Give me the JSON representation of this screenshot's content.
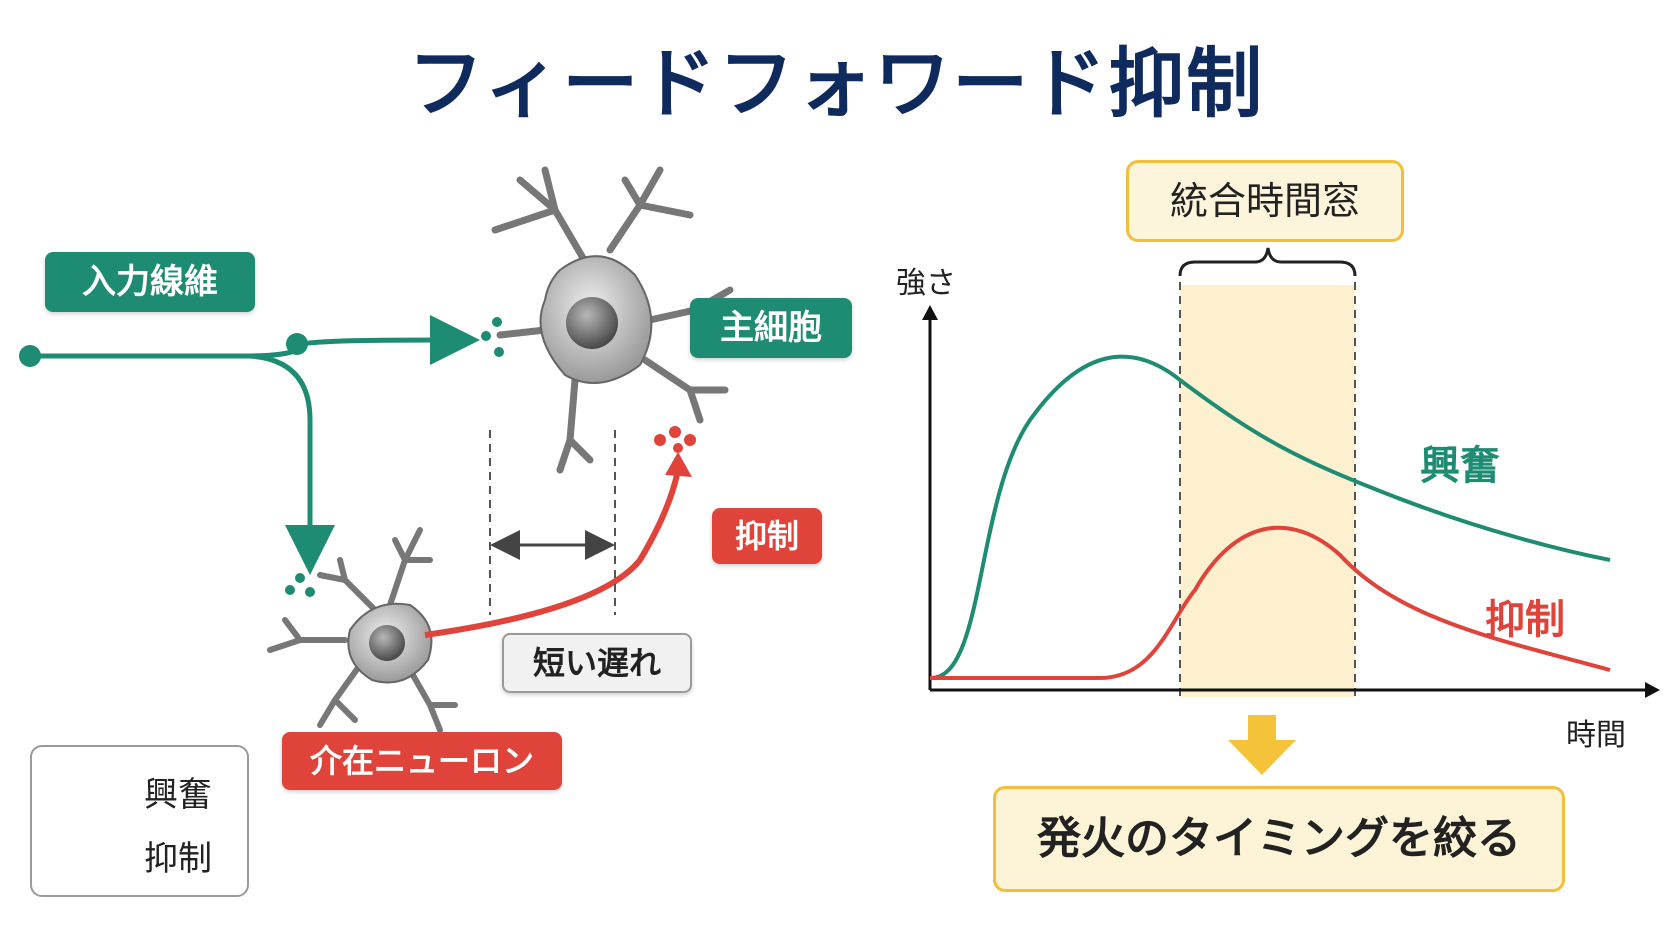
{
  "title": "フィードフォワード抑制",
  "labels": {
    "input_fiber": "入力線維",
    "principal_cell": "主細胞",
    "inhibition_tag": "抑制",
    "short_delay": "短い遅れ",
    "interneuron": "介在ニューロン"
  },
  "legend": [
    {
      "label": "興奮",
      "color": "#1e8c72",
      "marker": "arrow"
    },
    {
      "label": "抑制",
      "color": "#e0433a",
      "marker": "circle"
    }
  ],
  "chart": {
    "window_label": "統合時間窓",
    "ylabel": "強さ",
    "xlabel": "時間",
    "excitation_label": "興奮",
    "inhibition_label": "抑制",
    "result": "発火のタイミングを絞る"
  },
  "colors": {
    "excitation": "#1e8c72",
    "inhibition": "#e0433a",
    "title": "#0f2a5c",
    "window": "#f2be3c"
  }
}
